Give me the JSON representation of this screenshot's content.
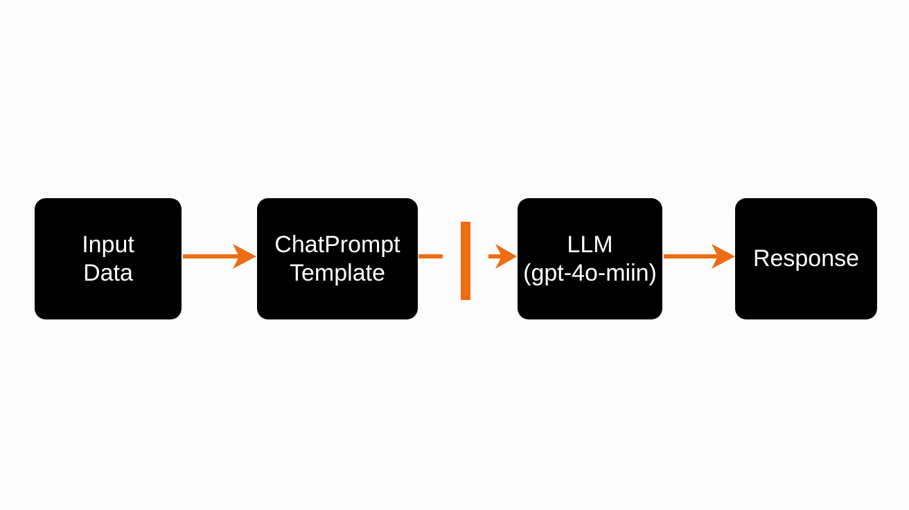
{
  "diagram": {
    "nodes": [
      {
        "id": "input",
        "lines": [
          "Input",
          "Data"
        ]
      },
      {
        "id": "template",
        "lines": [
          "ChatPrompt",
          "Template"
        ]
      },
      {
        "id": "llm",
        "lines": [
          "LLM",
          "(gpt-4o-miin)"
        ]
      },
      {
        "id": "response",
        "lines": [
          "Response"
        ]
      }
    ]
  },
  "colors": {
    "node_fill": "#000000",
    "node_text": "#ffffff",
    "connector": "#ee6d12",
    "background": "#fcfcfc"
  }
}
